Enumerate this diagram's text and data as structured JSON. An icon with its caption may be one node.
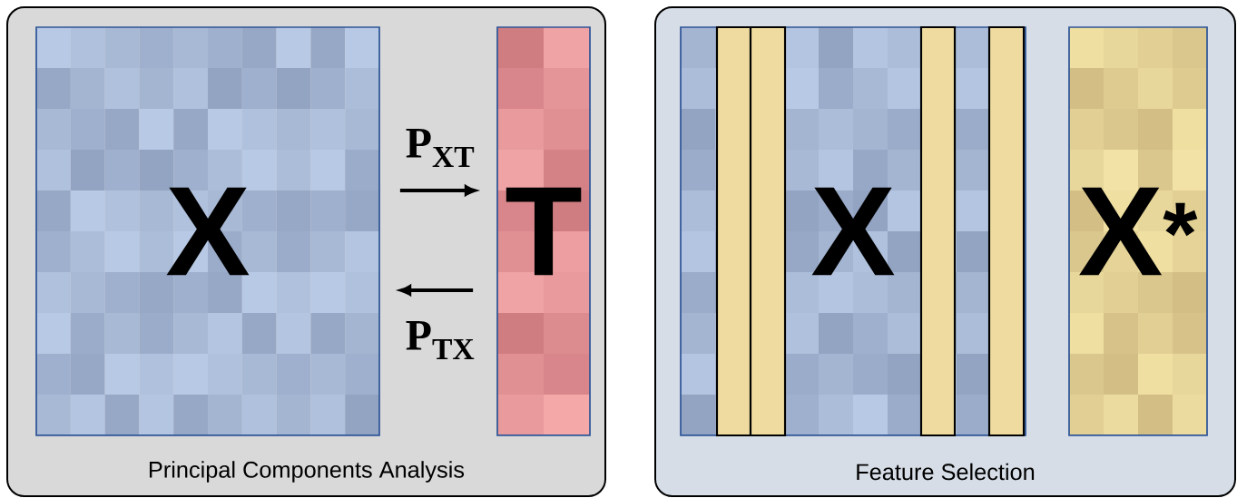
{
  "diagram": {
    "nodes": [
      {
        "text": [
          "Principal Components Analysis"
        ]
      },
      {
        "text": [
          "X"
        ],
        "in": 0
      },
      {
        "text": [
          "T"
        ],
        "in": 0
      },
      {
        "text": [
          "Feature Selection"
        ]
      },
      {
        "text": [
          "X"
        ],
        "in": 3
      },
      {
        "text": [],
        "shape": "bar",
        "in": 4
      },
      {
        "text": [],
        "shape": "bar",
        "in": 4
      },
      {
        "text": [],
        "shape": "bar",
        "in": 4
      },
      {
        "text": [],
        "shape": "bar",
        "in": 4
      },
      {
        "text": [
          "X$^{*}$"
        ],
        "in": 3
      }
    ],
    "edges": [
      {
        "from": 1,
        "to": 2,
        "arrow": "to",
        "label": "P$_{XT}$"
      },
      {
        "from": 2,
        "to": 1,
        "arrow": "to",
        "label": "P$_{TX}$"
      }
    ]
  }
}
